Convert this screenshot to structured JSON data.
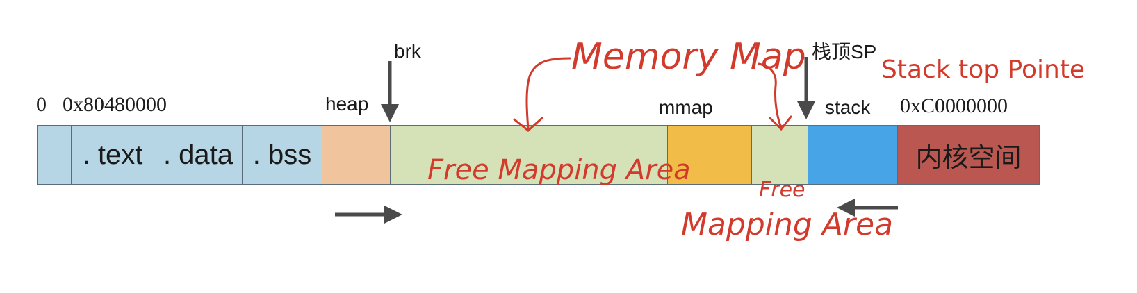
{
  "addresses": {
    "zero": "0",
    "start": "0x80480000",
    "kernel_start": "0xC0000000"
  },
  "labels": {
    "brk": "brk",
    "heap": "heap",
    "mmap": "mmap",
    "stack": "stack",
    "stack_top_sp": "栈顶SP"
  },
  "segments": [
    {
      "id": "reserved",
      "label": "",
      "color": "#b6d6e6"
    },
    {
      "id": "text",
      "label": ". text",
      "color": "#b6d6e6"
    },
    {
      "id": "data",
      "label": ". data",
      "color": "#b6d6e6"
    },
    {
      "id": "bss",
      "label": ". bss",
      "color": "#b6d6e6"
    },
    {
      "id": "heap",
      "label": "",
      "color": "#f0c49c"
    },
    {
      "id": "free-mapping",
      "label": "",
      "color": "#d5e2b8"
    },
    {
      "id": "mmap",
      "label": "",
      "color": "#f1bd48"
    },
    {
      "id": "free-mapping-2",
      "label": "",
      "color": "#d5e2b8"
    },
    {
      "id": "stack",
      "label": "",
      "color": "#47a4e6"
    },
    {
      "id": "kernel",
      "label": "内核空间",
      "color": "#b95750"
    }
  ],
  "annotations": {
    "memory_map": "Memory Map",
    "free_mapping_area_1": "Free Mapping Area",
    "free_2": "Free",
    "mapping_area_2": "Mapping Area",
    "stack_top_pointer": "Stack top Pointe"
  },
  "colors": {
    "annotation": "#d23a2c",
    "arrow": "#4a4a4a"
  }
}
